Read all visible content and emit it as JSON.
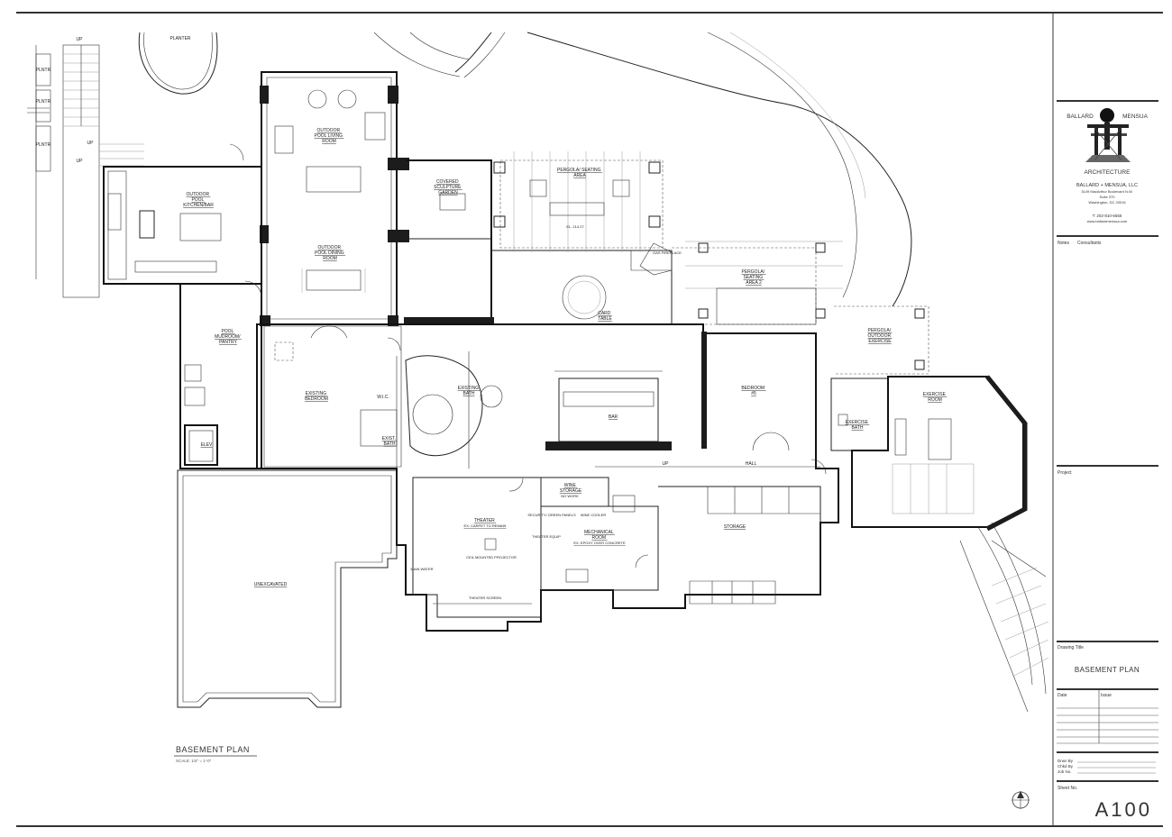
{
  "plan": {
    "title": "BASEMENT PLAN",
    "scale": "SCALE: 1/4\" = 1'-0\"",
    "elevation": "EL. 214.27"
  },
  "rooms": [
    {
      "key": "planter",
      "lines": [
        "PLANTER"
      ]
    },
    {
      "key": "plntr1",
      "lines": [
        "PLNTR"
      ]
    },
    {
      "key": "plntr2",
      "lines": [
        "PLNTR"
      ]
    },
    {
      "key": "plntr3",
      "lines": [
        "PLNTR"
      ]
    },
    {
      "key": "outdoor_pool_living",
      "lines": [
        "OUTDOOR",
        "POOL LIVING",
        "ROOM"
      ]
    },
    {
      "key": "outdoor_pool_kitchen",
      "lines": [
        "OUTDOOR",
        "POOL",
        "KITCHEN/BAR"
      ]
    },
    {
      "key": "outdoor_pool_dining",
      "lines": [
        "OUTDOOR",
        "POOL DINING",
        "ROOM"
      ]
    },
    {
      "key": "covered_sculpture",
      "lines": [
        "COVERED",
        "SCULPTURE",
        "GARDEN"
      ]
    },
    {
      "key": "pergola_seating",
      "lines": [
        "PERGOLA/ SEATING",
        "AREA"
      ]
    },
    {
      "key": "card_table",
      "lines": [
        "CARD",
        "TABLE"
      ]
    },
    {
      "key": "pergola_seating_2",
      "lines": [
        "PERGOLA/",
        "SEATING",
        "AREA 2"
      ]
    },
    {
      "key": "pergola_exercise",
      "lines": [
        "PERGOLA/",
        "OUTDOOR",
        "EXERCISE"
      ]
    },
    {
      "key": "pool_mudroom",
      "lines": [
        "POOL",
        "MUDROOM/",
        "PANTRY"
      ]
    },
    {
      "key": "elev",
      "lines": [
        "ELEV"
      ]
    },
    {
      "key": "existing_bedroom",
      "lines": [
        "EXISTING",
        "BEDROOM"
      ]
    },
    {
      "key": "wic",
      "lines": [
        "W.I.C."
      ]
    },
    {
      "key": "exist_bath",
      "lines": [
        "EXIST.",
        "BATH"
      ]
    },
    {
      "key": "existing_bath",
      "lines": [
        "EXISTING",
        "BATH"
      ]
    },
    {
      "key": "bar",
      "lines": [
        "BAR"
      ]
    },
    {
      "key": "bedroom_5",
      "lines": [
        "BEDROOM",
        "#5"
      ]
    },
    {
      "key": "exercise_bath",
      "lines": [
        "EXERCISE",
        "BATH"
      ]
    },
    {
      "key": "exercise_room",
      "lines": [
        "EXERCISE",
        "ROOM"
      ]
    },
    {
      "key": "hall",
      "lines": [
        "HALL"
      ]
    },
    {
      "key": "wine_storage",
      "lines": [
        "WINE",
        "STORAGE"
      ]
    },
    {
      "key": "theater",
      "lines": [
        "THEATER",
        "EX. CARPET TO REMAIN"
      ]
    },
    {
      "key": "mechanical",
      "lines": [
        "MECHANICAL",
        "ROOM",
        "EX. EPOXY OVER CONCRETE"
      ]
    },
    {
      "key": "storage",
      "lines": [
        "STORAGE"
      ]
    },
    {
      "key": "unexcavated",
      "lines": [
        "UNEXCAVATED"
      ]
    }
  ],
  "notes": {
    "up_1": "UP",
    "up_2": "UP",
    "up_3": "UP",
    "up_4": "UP",
    "no_work": "NO WORK",
    "security": "SECURITY/ GREEN PANELS",
    "wine_cooler": "WINE COOLER",
    "theater_equip": "THEATER EQUIP",
    "ceil_projector": "CEIL MOUNTED PROJECTOR",
    "theater_screen": "THEATER SCREEN",
    "main_water": "MAIN WATER",
    "gas_fireplace": "GAS FIREPLACE"
  },
  "title_block": {
    "firm_left": "BALLARD",
    "firm_right": "MENSUA",
    "firm_sub": "ARCHITECTURE",
    "company": "BALLARD + MENSUA, LLC",
    "address1": "3149 MacArthur Boulevard N.W.",
    "address2": "Suite 370",
    "address3": "Washington, DC 20016",
    "phone": "T: 202-810-6555",
    "web": "www.ballardmensua.com",
    "notes_label": "Notes",
    "consultants_label": "Consultants",
    "project_label": "Project",
    "drawing_title_label": "Drawing Title",
    "drawing_title": "BASEMENT PLAN",
    "date_label": "Date",
    "issue_label": "Issue",
    "drwn_by": "Drwn By",
    "chkd_by": "Chkd By",
    "job_no": "Job No.",
    "sheet_no_label": "Sheet No.",
    "sheet_no": "A100"
  }
}
